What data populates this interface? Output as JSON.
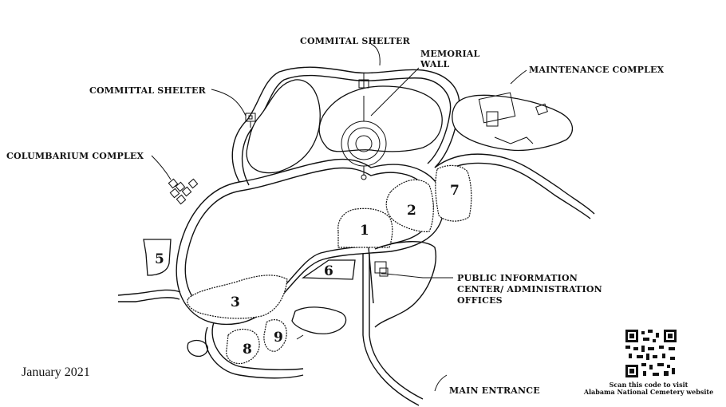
{
  "labels": {
    "committal_shelter_north": "COMMITAL SHELTER",
    "memorial_wall_line1": "MEMORIAL",
    "memorial_wall_line2": "WALL",
    "committal_shelter_west": "COMMITTAL SHELTER",
    "maintenance_complex": "MAINTENANCE COMPLEX",
    "columbarium_complex": "COLUMBARIUM COMPLEX",
    "public_info_line1": "PUBLIC INFORMATION",
    "public_info_line2": "CENTER/ ADMINISTRATION",
    "public_info_line3": "OFFICES",
    "main_entrance": "MAIN ENTRANCE"
  },
  "sections": [
    "1",
    "2",
    "3",
    "5",
    "6",
    "7",
    "8",
    "9"
  ],
  "date": "January 2021",
  "qr_caption": {
    "line1": "Scan this code to visit",
    "line2": "Alabama National Cemetery website"
  }
}
